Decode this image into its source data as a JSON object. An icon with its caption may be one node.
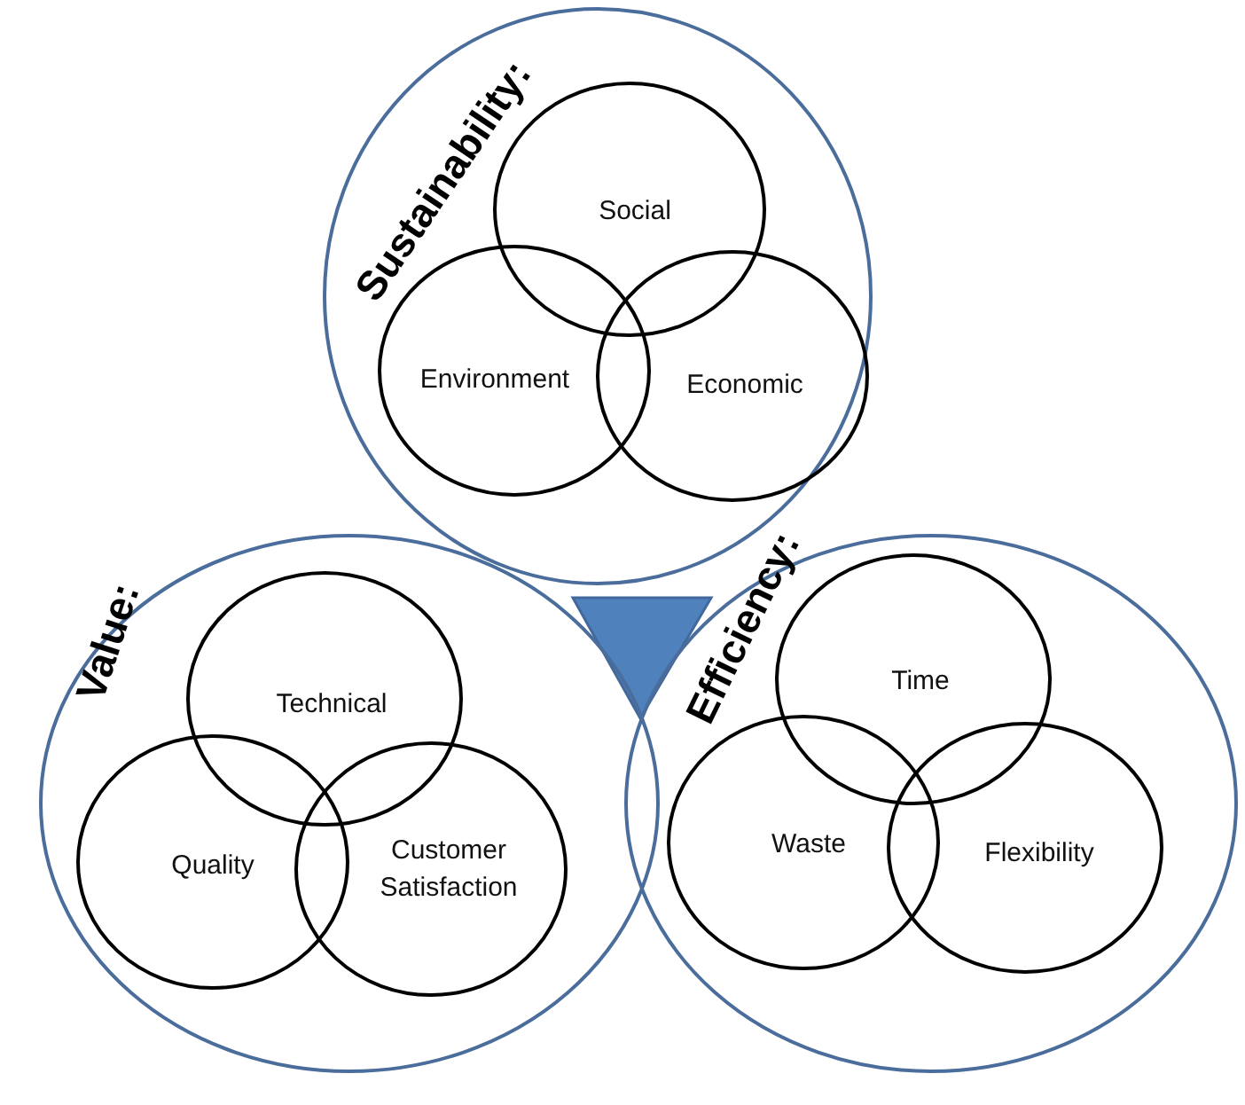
{
  "diagram": {
    "nodes": [
      {
        "text": [
          "Sustainability:"
        ]
      },
      {
        "text": [
          "Social"
        ],
        "in": 0
      },
      {
        "text": [
          "Environment"
        ],
        "in": 0
      },
      {
        "text": [
          "Economic"
        ],
        "in": 0
      },
      {
        "text": [
          "Value:"
        ]
      },
      {
        "text": [
          "Technical"
        ],
        "in": 4
      },
      {
        "text": [
          "Quality"
        ],
        "in": 4
      },
      {
        "text": [
          "Customer Satisfaction"
        ],
        "in": 4
      },
      {
        "text": [
          "Efficiency:"
        ]
      },
      {
        "text": [
          "Time"
        ],
        "in": 8
      },
      {
        "text": [
          "Waste"
        ],
        "in": 8
      },
      {
        "text": [
          "Flexibility"
        ],
        "in": 8
      },
      {
        "text": [],
        "shape": "triangle"
      }
    ]
  }
}
